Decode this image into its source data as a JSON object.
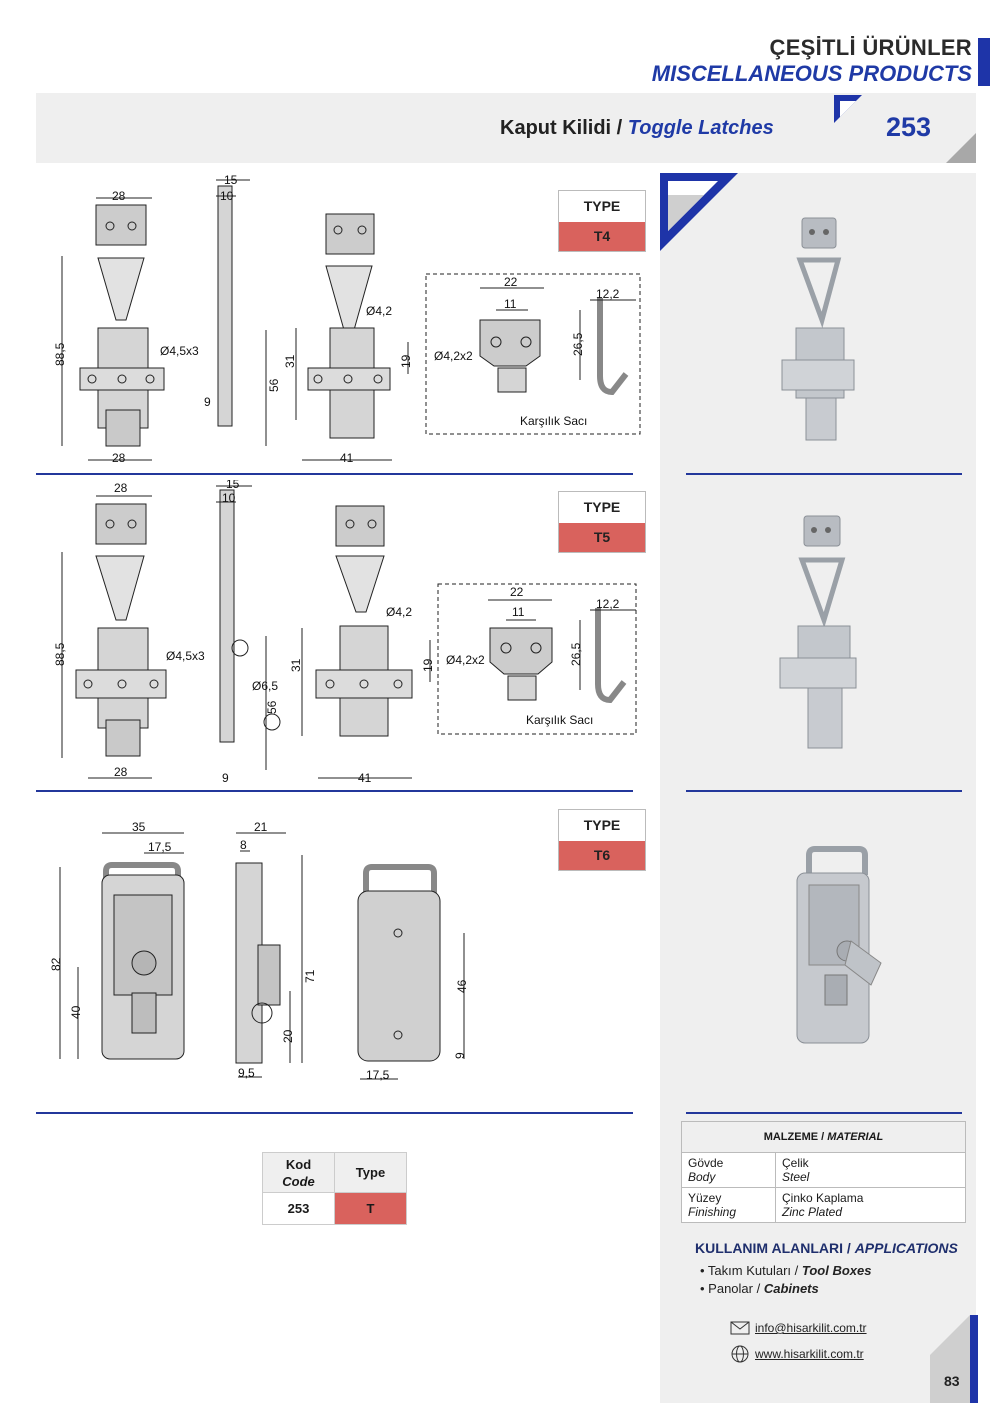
{
  "header": {
    "line1": "ÇEŞİTLİ ÜRÜNLER",
    "line2": "MISCELLANEOUS PRODUCTS"
  },
  "title": {
    "tr": "Kaput Kilidi /",
    "en": "Toggle Latches"
  },
  "page_code": "253",
  "types": [
    {
      "label": "TYPE",
      "value": "T4"
    },
    {
      "label": "TYPE",
      "value": "T5"
    },
    {
      "label": "TYPE",
      "value": "T6"
    }
  ],
  "drawings": {
    "t4": {
      "d28a": "28",
      "d28b": "28",
      "d88": "88,5",
      "hole": "Ø4,5x3",
      "d15": "15",
      "d10": "10",
      "d9": "9",
      "d56": "56",
      "d42": "Ø4,2",
      "d31": "31",
      "d19": "19",
      "d41": "41",
      "d22": "22",
      "d11": "11",
      "d422": "Ø4,2x2",
      "d122": "12,2",
      "d265": "26,5",
      "counter": "Karşılık Sacı"
    },
    "t5": {
      "d28a": "28",
      "d28b": "28",
      "d88": "88,5",
      "hole": "Ø4,5x3",
      "d15": "15",
      "d10": "10",
      "d65": "Ø6,5",
      "d9": "9",
      "d56": "56",
      "d42": "Ø4,2",
      "d31": "31",
      "d19": "19",
      "d41": "41",
      "d22": "22",
      "d11": "11",
      "d422": "Ø4,2x2",
      "d122": "12,2",
      "d265": "26,5",
      "counter": "Karşılık Sacı"
    },
    "t6": {
      "d35": "35",
      "d175a": "17,5",
      "d82": "82",
      "d40": "40",
      "d21": "21",
      "d8": "8",
      "d71": "71",
      "d20": "20",
      "d95": "9,5",
      "d46": "46",
      "d9": "9",
      "d175b": "17,5"
    }
  },
  "code_table": {
    "h1a": "Kod",
    "h1b": "Code",
    "h2": "Type",
    "code": "253",
    "type": "T"
  },
  "material": {
    "title_tr": "MALZEME /",
    "title_en": "MATERIAL",
    "rows": [
      {
        "k_tr": "Gövde",
        "k_en": "Body",
        "v_tr": "Çelik",
        "v_en": "Steel"
      },
      {
        "k_tr": "Yüzey",
        "k_en": "Finishing",
        "v_tr": "Çinko Kaplama",
        "v_en": "Zinc Plated"
      }
    ]
  },
  "applications": {
    "title_tr": "KULLANIM ALANLARI /",
    "title_en": "APPLICATIONS",
    "items": [
      {
        "tr": "• Takım Kutuları /",
        "en": "Tool Boxes"
      },
      {
        "tr": "• Panolar /",
        "en": "Cabinets"
      }
    ]
  },
  "contact": {
    "email": "info@hisarkilit.com.tr",
    "web": "www.hisarkilit.com.tr"
  },
  "page_number": "83",
  "colors": {
    "accent": "#1f3aa6",
    "type_fill": "#d9625d",
    "panel": "#efefef"
  }
}
